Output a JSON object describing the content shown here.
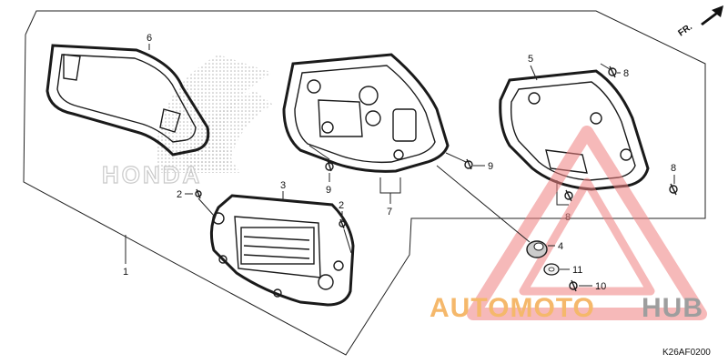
{
  "diagram": {
    "direction_label": "FR.",
    "watermark": {
      "brand_orange": "AUTOMOTO",
      "brand_gray": "HUB",
      "honda": "HONDA",
      "colors": {
        "orange": "#f5b86b",
        "gray": "#9e9e9e",
        "triangle": "#f08080"
      }
    },
    "callouts": {
      "c1": "1",
      "c2a": "2",
      "c2b": "2",
      "c3": "3",
      "c4": "4",
      "c5": "5",
      "c6": "6",
      "c7": "7",
      "c8a": "8",
      "c8b": "8",
      "c8c": "8",
      "c9a": "9",
      "c9b": "9",
      "c10": "10",
      "c11": "11"
    },
    "diagram_code": "K26AF0200"
  }
}
